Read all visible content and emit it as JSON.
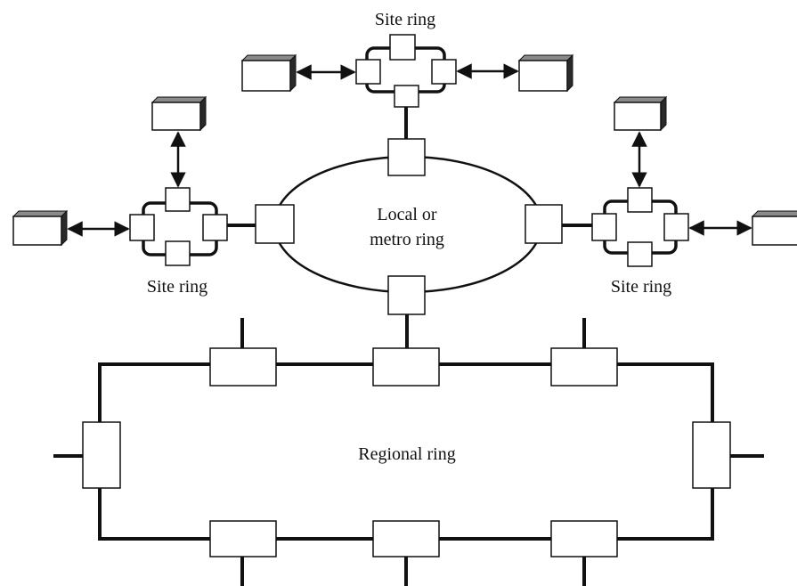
{
  "labels": {
    "site_ring_top": "Site ring",
    "site_ring_left": "Site ring",
    "site_ring_right": "Site ring",
    "metro_line1": "Local or",
    "metro_line2": "metro ring",
    "regional": "Regional ring"
  },
  "colors": {
    "line": "#111111",
    "node_fill": "#ffffff",
    "device_top": "#8a8a8a",
    "device_side": "#2a2a2a"
  }
}
